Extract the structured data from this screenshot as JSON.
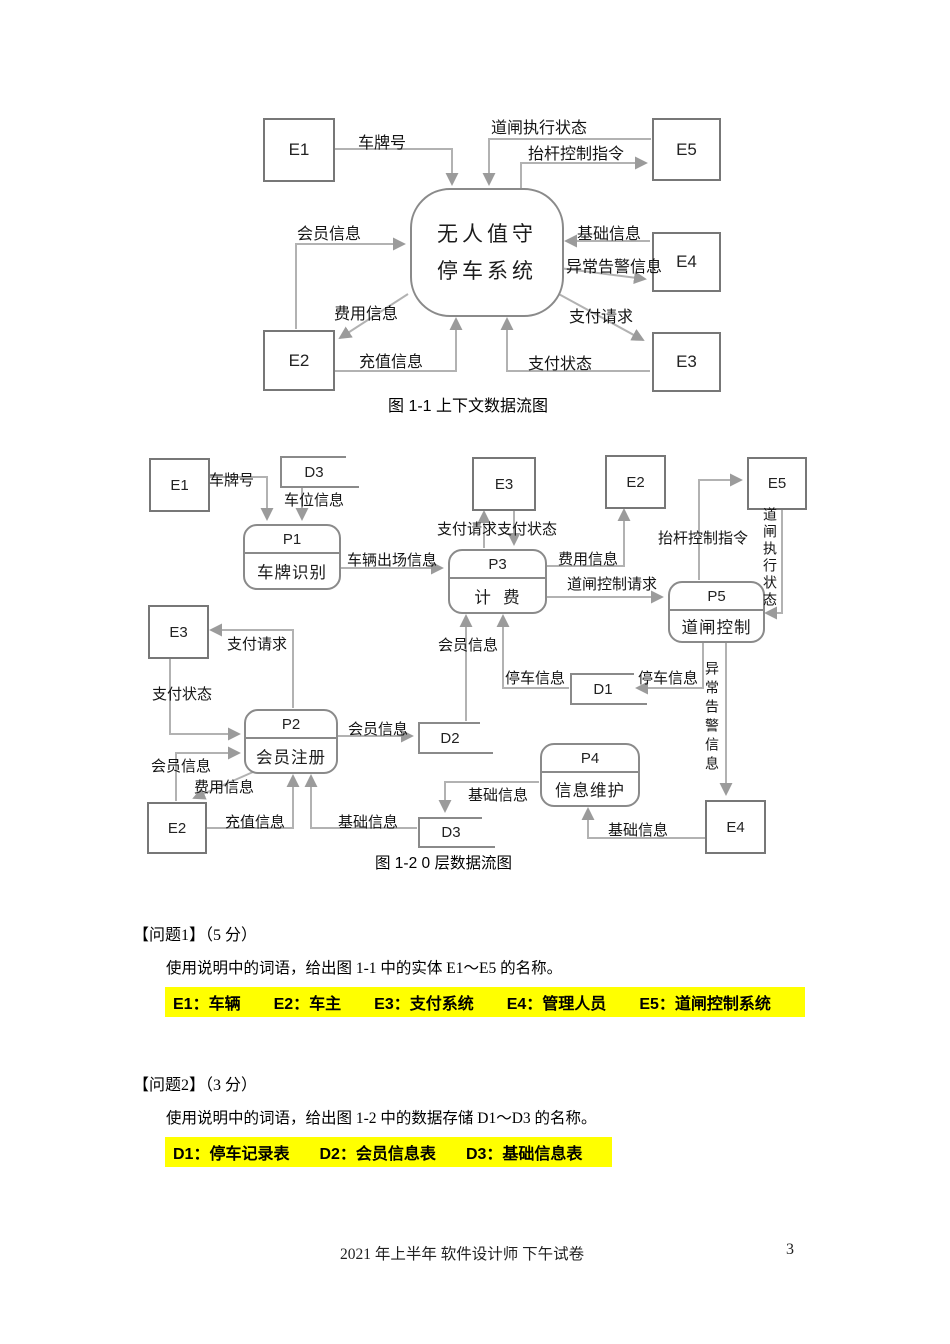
{
  "d1": {
    "caption": "图 1-1 上下文数据流图",
    "system": {
      "line1": "无人值守",
      "line2": "停车系统"
    },
    "entities": {
      "e1": "E1",
      "e2": "E2",
      "e3": "E3",
      "e4": "E4",
      "e5": "E5"
    },
    "flows": {
      "plate": "车牌号",
      "gate_exec": "道闸执行状态",
      "lift_cmd": "抬杆控制指令",
      "member": "会员信息",
      "base": "基础信息",
      "alarm": "异常告警信息",
      "fee": "费用信息",
      "recharge": "充值信息",
      "pay_req": "支付请求",
      "pay_status": "支付状态"
    }
  },
  "d2": {
    "caption": "图 1-2 0 层数据流图",
    "entities": {
      "e1": "E1",
      "e2_top": "E2",
      "e2_bottom": "E2",
      "e3_top": "E3",
      "e3_left": "E3",
      "e4": "E4",
      "e5": "E5"
    },
    "stores": {
      "d1": "D1",
      "d2": "D2",
      "d3_top": "D3",
      "d3_bottom": "D3"
    },
    "processes": {
      "p1": {
        "id": "P1",
        "name": "车牌识别"
      },
      "p2": {
        "id": "P2",
        "name": "会员注册"
      },
      "p3": {
        "id": "P3",
        "name": "计  费"
      },
      "p4": {
        "id": "P4",
        "name": "信息维护"
      },
      "p5": {
        "id": "P5",
        "name": "道闸控制"
      }
    },
    "flows": {
      "plate": "车牌号",
      "slot": "车位信息",
      "exit_info": "车辆出场信息",
      "pay_req_top": "支付请求",
      "pay_status_top": "支付状态",
      "fee_top": "费用信息",
      "lift_cmd": "抬杆控制指令",
      "gate_exec": "道闸执行状态",
      "gate_req": "道闸控制请求",
      "member_d2_p3": "会员信息",
      "park_d1_p3": "停车信息",
      "park_p5_d1": "停车信息",
      "alarm": "异常告警信息",
      "pay_req_left": "支付请求",
      "pay_status_left": "支付状态",
      "member_p2_d2": "会员信息",
      "member_e2_p2": "会员信息",
      "fee_left": "费用信息",
      "recharge": "充值信息",
      "base_d3_p2": "基础信息",
      "base_p4_d3": "基础信息",
      "base_e4_p4": "基础信息"
    }
  },
  "q1": {
    "title": "【问题1】（5 分）",
    "body": "使用说明中的词语，给出图 1-1 中的实体 E1～E5 的名称。",
    "answers": [
      "E1：车辆",
      "E2：车主",
      "E3：支付系统",
      "E4：管理人员",
      "E5：道闸控制系统"
    ]
  },
  "q2": {
    "title": "【问题2】（3 分）",
    "body": "使用说明中的词语，给出图 1-2 中的数据存储 D1～D3 的名称。",
    "answers": [
      "D1：停车记录表",
      "D2：会员信息表",
      "D3：基础信息表"
    ]
  },
  "footer": {
    "text": "2021 年上半年  软件设计师  下午试卷",
    "page": "3"
  }
}
